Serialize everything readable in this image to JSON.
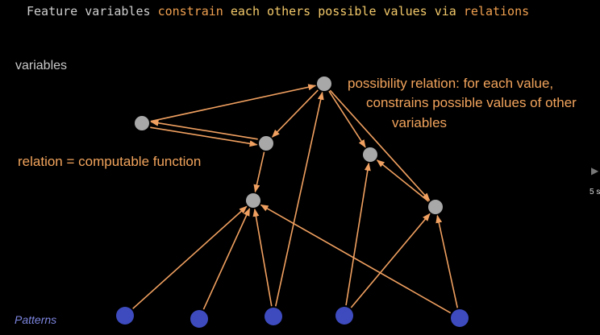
{
  "title": {
    "parts": [
      {
        "text": "Feature variables ",
        "style": "plain"
      },
      {
        "text": "constrain",
        "style": "orange"
      },
      {
        "text": " each others possible values via ",
        "style": "yellow"
      },
      {
        "text": "relations",
        "style": "orange"
      }
    ]
  },
  "labels": {
    "variables": "variables",
    "patterns": "Patterns",
    "relation": "relation = computable function",
    "possibility_line1": "possibility relation: for each value,",
    "possibility_line2": "constrains possible values of other",
    "possibility_line3": "variables"
  },
  "edge": {
    "play_glyph": "▶",
    "text": "5 s"
  },
  "colors": {
    "background": "#000000",
    "variable_node": "#a8a8a8",
    "pattern_node": "#3d4bbf",
    "arrow": "#f0a060"
  },
  "diagram": {
    "variable_nodes": [
      "v-top",
      "v-left",
      "v-mid",
      "v-center",
      "v-right-a",
      "v-right-b"
    ],
    "pattern_nodes": [
      "p1",
      "p2",
      "p3",
      "p4",
      "p5"
    ],
    "edges": [
      {
        "from": "v-left",
        "to": "v-top"
      },
      {
        "from": "v-top",
        "to": "v-mid"
      },
      {
        "from": "v-left",
        "to": "v-mid"
      },
      {
        "from": "v-mid",
        "to": "v-left"
      },
      {
        "from": "v-mid",
        "to": "v-center"
      },
      {
        "from": "v-top",
        "to": "v-right-a"
      },
      {
        "from": "v-top",
        "to": "v-right-b"
      },
      {
        "from": "v-right-b",
        "to": "v-right-a"
      },
      {
        "from": "p1",
        "to": "v-center"
      },
      {
        "from": "p2",
        "to": "v-center"
      },
      {
        "from": "p3",
        "to": "v-center"
      },
      {
        "from": "p3",
        "to": "v-top"
      },
      {
        "from": "p4",
        "to": "v-right-a"
      },
      {
        "from": "p4",
        "to": "v-right-b"
      },
      {
        "from": "p5",
        "to": "v-center"
      },
      {
        "from": "p5",
        "to": "v-right-b"
      }
    ]
  }
}
